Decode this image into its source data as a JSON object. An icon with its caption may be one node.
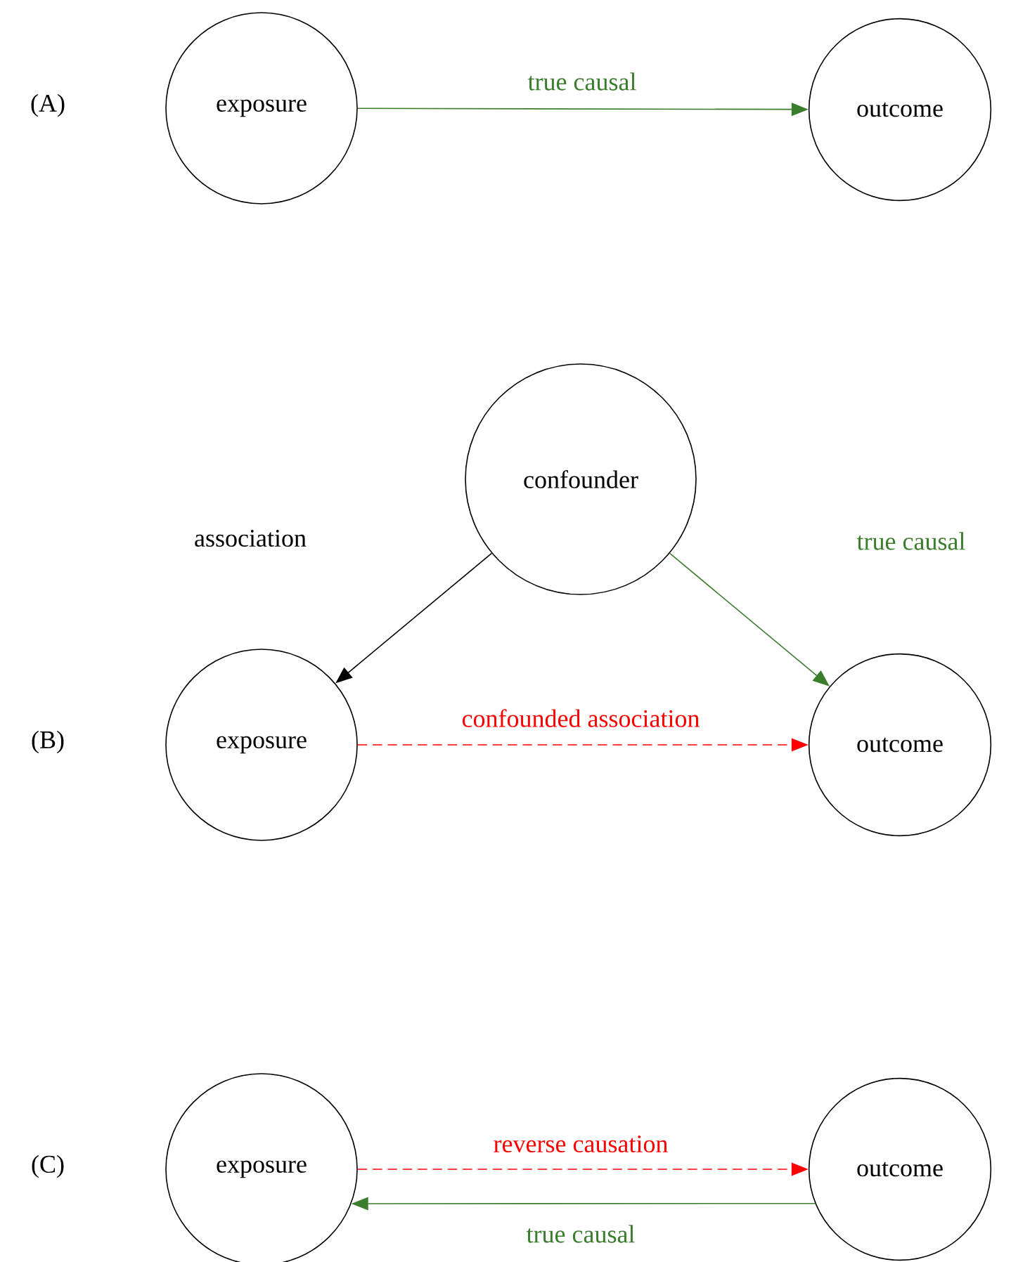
{
  "diagram": {
    "nodes": [
      {
        "text": [
          "exposure"
        ]
      },
      {
        "text": [
          "outcome"
        ]
      },
      {
        "text": [
          "confounder"
        ]
      },
      {
        "text": [
          "exposure"
        ]
      },
      {
        "text": [
          "outcome"
        ]
      },
      {
        "text": [
          "exposure"
        ]
      },
      {
        "text": [
          "outcome"
        ]
      }
    ],
    "edges": [
      {
        "from": 0,
        "to": 1,
        "arrow": "to",
        "label": "true causal",
        "color": "#3a7d2c"
      },
      {
        "from": 2,
        "to": 3,
        "arrow": "to",
        "label": "association",
        "color": "#000000"
      },
      {
        "from": 2,
        "to": 4,
        "arrow": "to",
        "label": "true causal",
        "color": "#3a7d2c"
      },
      {
        "from": 3,
        "to": 4,
        "arrow": "to",
        "label": "confounded association",
        "style": "dashed",
        "color": "#ff0000"
      },
      {
        "from": 5,
        "to": 6,
        "arrow": "to",
        "label": "reverse causation",
        "style": "dashed",
        "color": "#ff0000"
      },
      {
        "from": 6,
        "to": 5,
        "arrow": "to",
        "label": "true causal",
        "color": "#3a7d2c"
      }
    ],
    "labels": [
      "(A)",
      "(B)",
      "(C)"
    ]
  }
}
